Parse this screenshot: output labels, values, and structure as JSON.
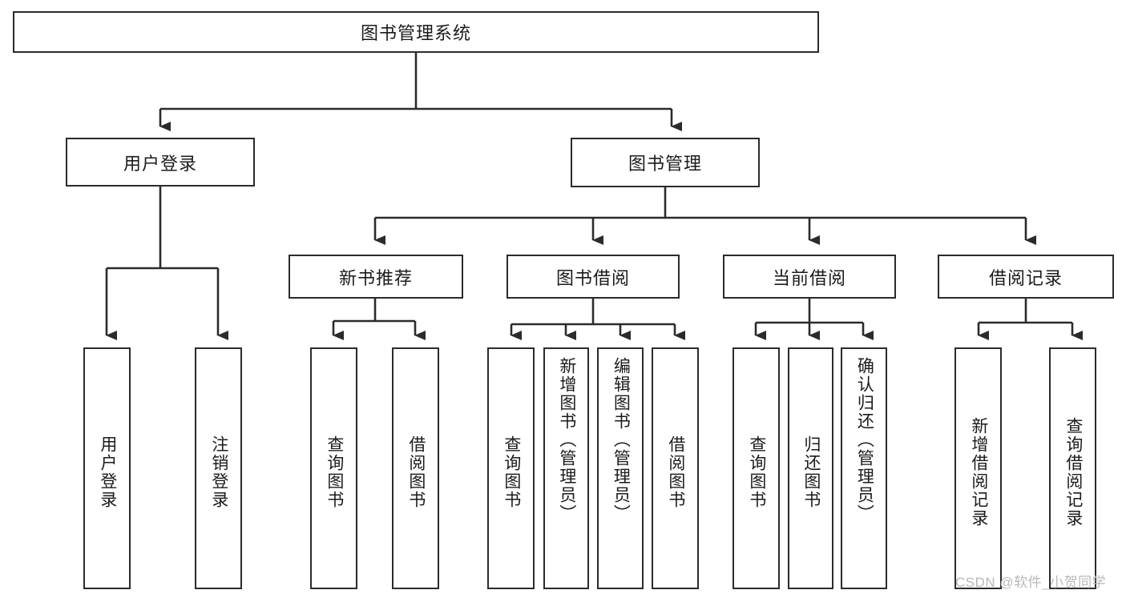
{
  "diagram": {
    "title": "图书管理系统",
    "type": "tree-hierarchy",
    "root": {
      "label": "图书管理系统"
    },
    "level2": [
      {
        "label": "用户登录"
      },
      {
        "label": "图书管理"
      }
    ],
    "level3": [
      {
        "label": "新书推荐"
      },
      {
        "label": "图书借阅"
      },
      {
        "label": "当前借阅"
      },
      {
        "label": "借阅记录"
      }
    ],
    "leaves": [
      {
        "label": "用户登录",
        "parent": "用户登录"
      },
      {
        "label": "注销登录",
        "parent": "用户登录"
      },
      {
        "label": "查询图书",
        "parent": "新书推荐"
      },
      {
        "label": "借阅图书",
        "parent": "新书推荐"
      },
      {
        "label": "查询图书",
        "parent": "图书借阅"
      },
      {
        "label": "新增图书（管理员）",
        "parent": "图书借阅"
      },
      {
        "label": "编辑图书（管理员）",
        "parent": "图书借阅"
      },
      {
        "label": "借阅图书",
        "parent": "图书借阅"
      },
      {
        "label": "查询图书",
        "parent": "当前借阅"
      },
      {
        "label": "归还图书",
        "parent": "当前借阅"
      },
      {
        "label": "确认归还（管理员）",
        "parent": "当前借阅"
      },
      {
        "label": "新增借阅记录",
        "parent": "借阅记录"
      },
      {
        "label": "查询借阅记录",
        "parent": "借阅记录"
      }
    ],
    "colors": {
      "border": "#2b2b2b",
      "background": "#ffffff",
      "text": "#1b1b1b",
      "connector": "#2b2b2b",
      "watermark": "#b8b8b8"
    }
  },
  "watermark": {
    "text": "CSDN @软件_小贺同学"
  }
}
